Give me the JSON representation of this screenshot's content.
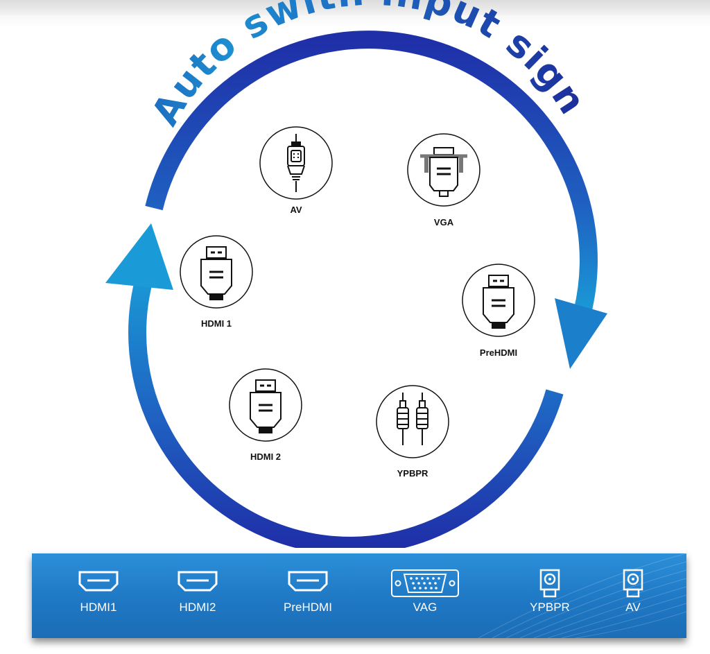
{
  "title": "Auto swith input signal",
  "inputs": [
    {
      "label": "AV",
      "icon": "av-plug-icon"
    },
    {
      "label": "VGA",
      "icon": "vga-plug-icon"
    },
    {
      "label": "HDMI 1",
      "icon": "hdmi-plug-icon"
    },
    {
      "label": "PreHDMI",
      "icon": "hdmi-plug-icon"
    },
    {
      "label": "HDMI 2",
      "icon": "hdmi-plug-icon"
    },
    {
      "label": "YPBPR",
      "icon": "rca-plugs-icon"
    }
  ],
  "ports": [
    {
      "label": "HDMI1",
      "icon": "hdmi-port-icon"
    },
    {
      "label": "HDMI2",
      "icon": "hdmi-port-icon"
    },
    {
      "label": "PreHDMI",
      "icon": "hdmi-port-icon"
    },
    {
      "label": "VAG",
      "icon": "vga-port-icon"
    },
    {
      "label": "YPBPR",
      "icon": "rca-jack-icon"
    },
    {
      "label": "AV",
      "icon": "rca-jack-icon"
    }
  ],
  "colors": {
    "arrow_light": "#1a9ad6",
    "arrow_dark": "#1f2fa8",
    "title_dark": "#1c2a9a",
    "title_light": "#1d8ed1",
    "panel": "#1f78c4"
  }
}
